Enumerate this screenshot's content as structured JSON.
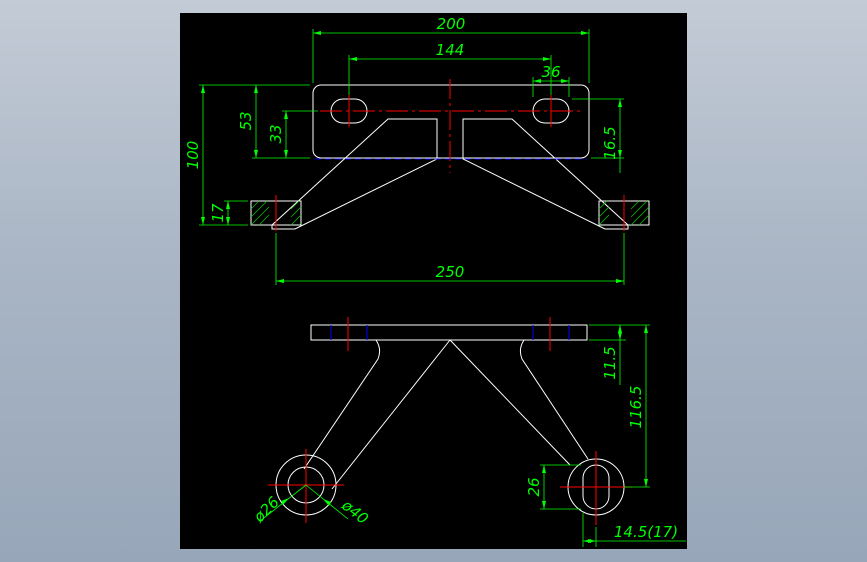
{
  "colors": {
    "background_page": "#aab6c5",
    "viewport_background": "#000000",
    "outline": "#ffffff",
    "dimension": "#00ff00",
    "centerline": "#ff0000",
    "hidden_line": "#0000ff",
    "hatch": "#00cc00"
  },
  "dimensions": {
    "top_width": "200",
    "hole_spacing": "144",
    "slot_width": "36",
    "height_53": "53",
    "height_33": "33",
    "overall_height": "100",
    "offset_16_5": "16.5",
    "foot_thickness": "17",
    "foot_span": "250",
    "plate_thickness": "11.5",
    "arm_height": "116.5",
    "slot_26": "26",
    "hole_dia_26": "ø26",
    "outer_dia_40": "ø40",
    "end_offset": "14.5(17)"
  }
}
